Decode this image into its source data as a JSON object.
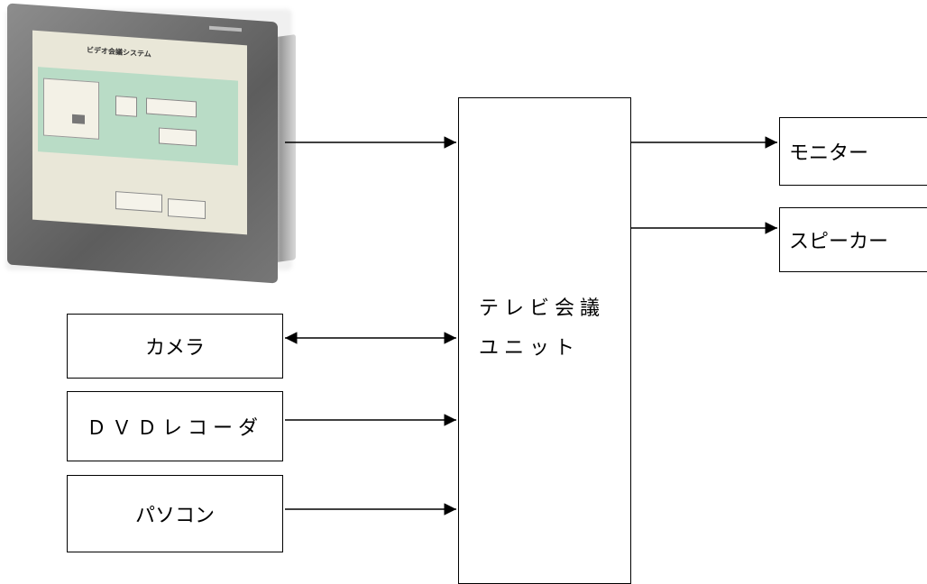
{
  "diagram": {
    "unit": {
      "line1": "テレビ会議",
      "line2": "ユニット"
    },
    "outputs": [
      {
        "label": "モニター"
      },
      {
        "label": "スピーカー"
      }
    ],
    "inputs": [
      {
        "label": "カメラ",
        "direction": "bidirectional"
      },
      {
        "label": "ＤＶＤレコーダ",
        "direction": "to-unit"
      },
      {
        "label": "パソコン",
        "direction": "to-unit"
      }
    ],
    "touch_panel": {
      "screen_title": "ビデオ会議システム",
      "screen_buttons": [
        "",
        "",
        "",
        "",
        ""
      ]
    }
  },
  "colors": {
    "line": "#000000",
    "box_fill": "#ffffff",
    "screen_green": "#b9dcc6",
    "frame_gray": "#6e6e6e"
  }
}
